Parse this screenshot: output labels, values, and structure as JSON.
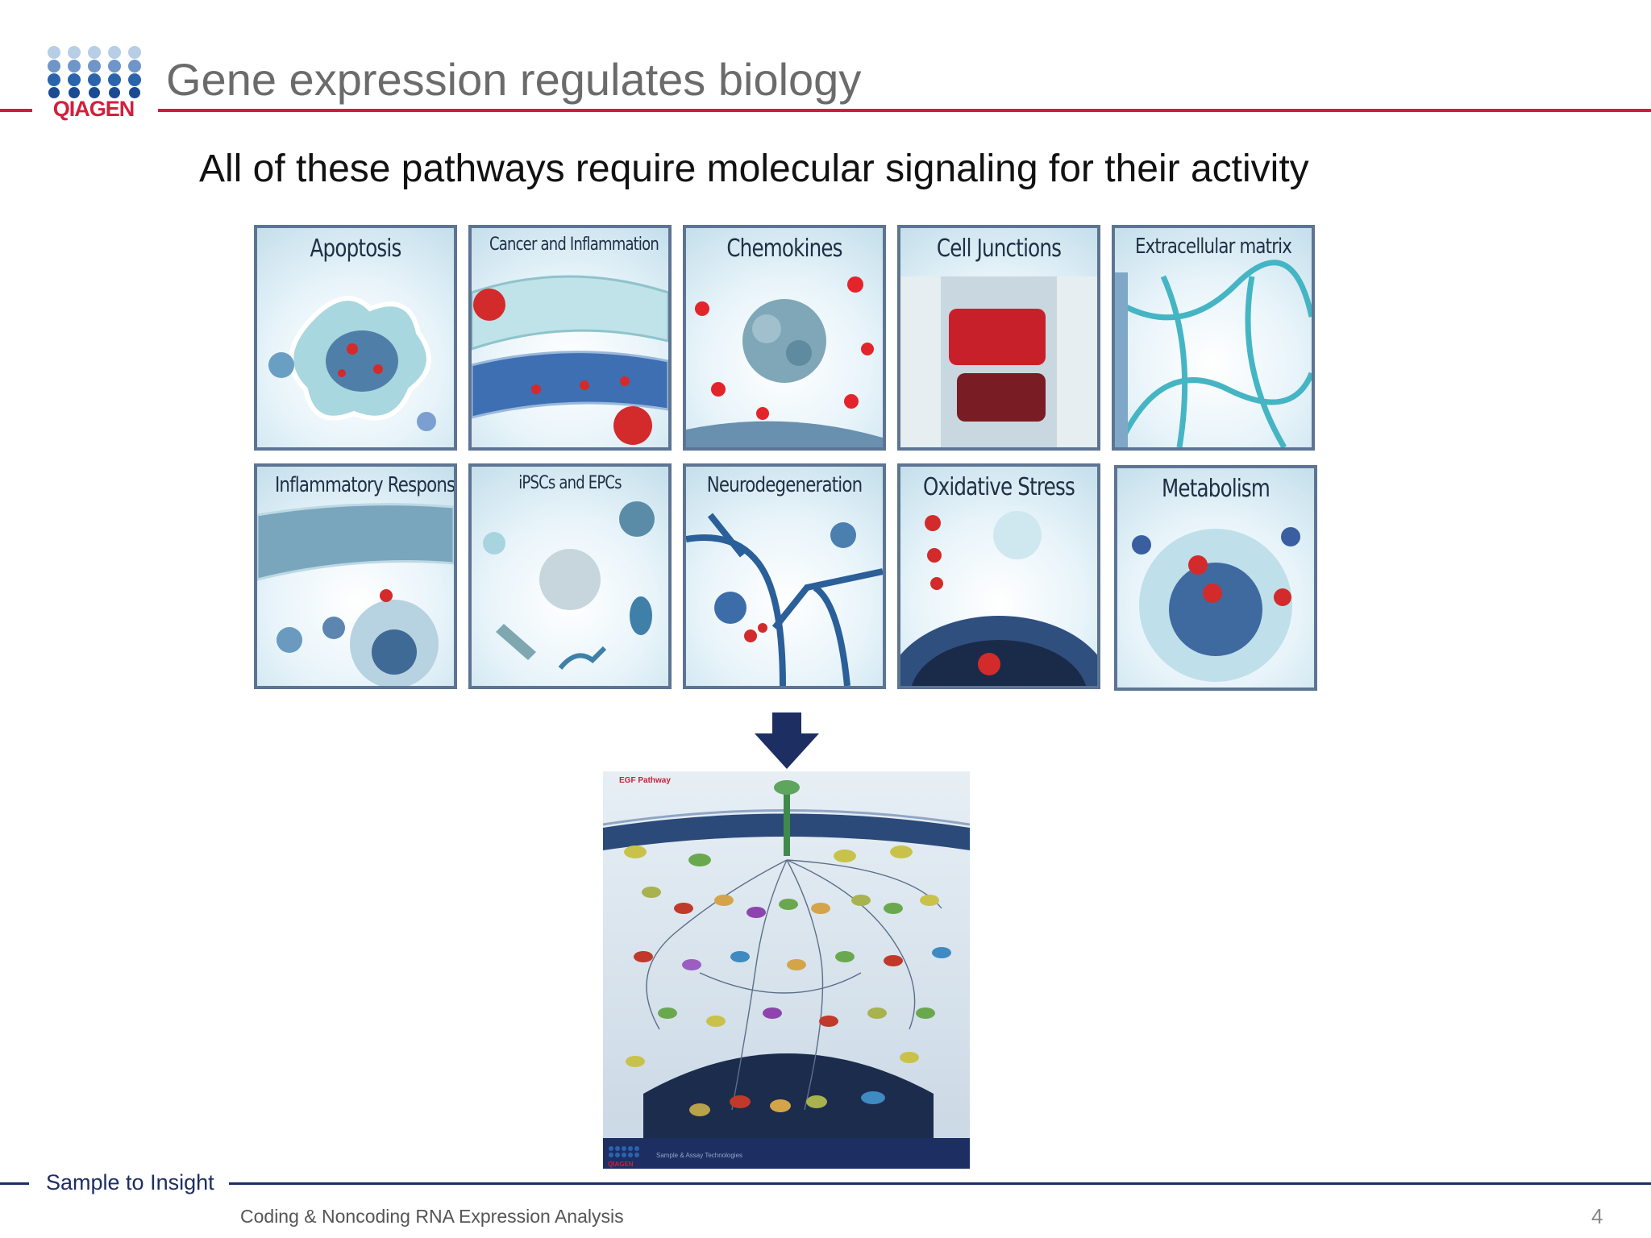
{
  "header": {
    "logo_text": "QIAGEN",
    "title": "Gene expression regulates biology"
  },
  "subtitle": "All of these pathways require molecular signaling for their activity",
  "pathways": [
    {
      "label": "Apoptosis"
    },
    {
      "label": "Cancer and Inflammation"
    },
    {
      "label": "Chemokines"
    },
    {
      "label": "Cell Junctions"
    },
    {
      "label": "Extracellular matrix"
    },
    {
      "label": "Inflammatory Response"
    },
    {
      "label": "iPSCs and EPCs"
    },
    {
      "label": "Neurodegeneration"
    },
    {
      "label": "Oxidative Stress"
    },
    {
      "label": "Metabolism"
    }
  ],
  "poster": {
    "title": "EGF Pathway",
    "footer_text": "Sample & Assay Technologies",
    "logo_text": "QIAGEN"
  },
  "footer": {
    "tagline": "Sample to Insight",
    "caption": "Coding & Noncoding RNA Expression Analysis",
    "page_number": "4"
  },
  "colors": {
    "brand_red": "#d7193f",
    "brand_navy": "#1d2e63",
    "logo_blue": "#2a64ad",
    "tile_border": "#5d7492"
  }
}
